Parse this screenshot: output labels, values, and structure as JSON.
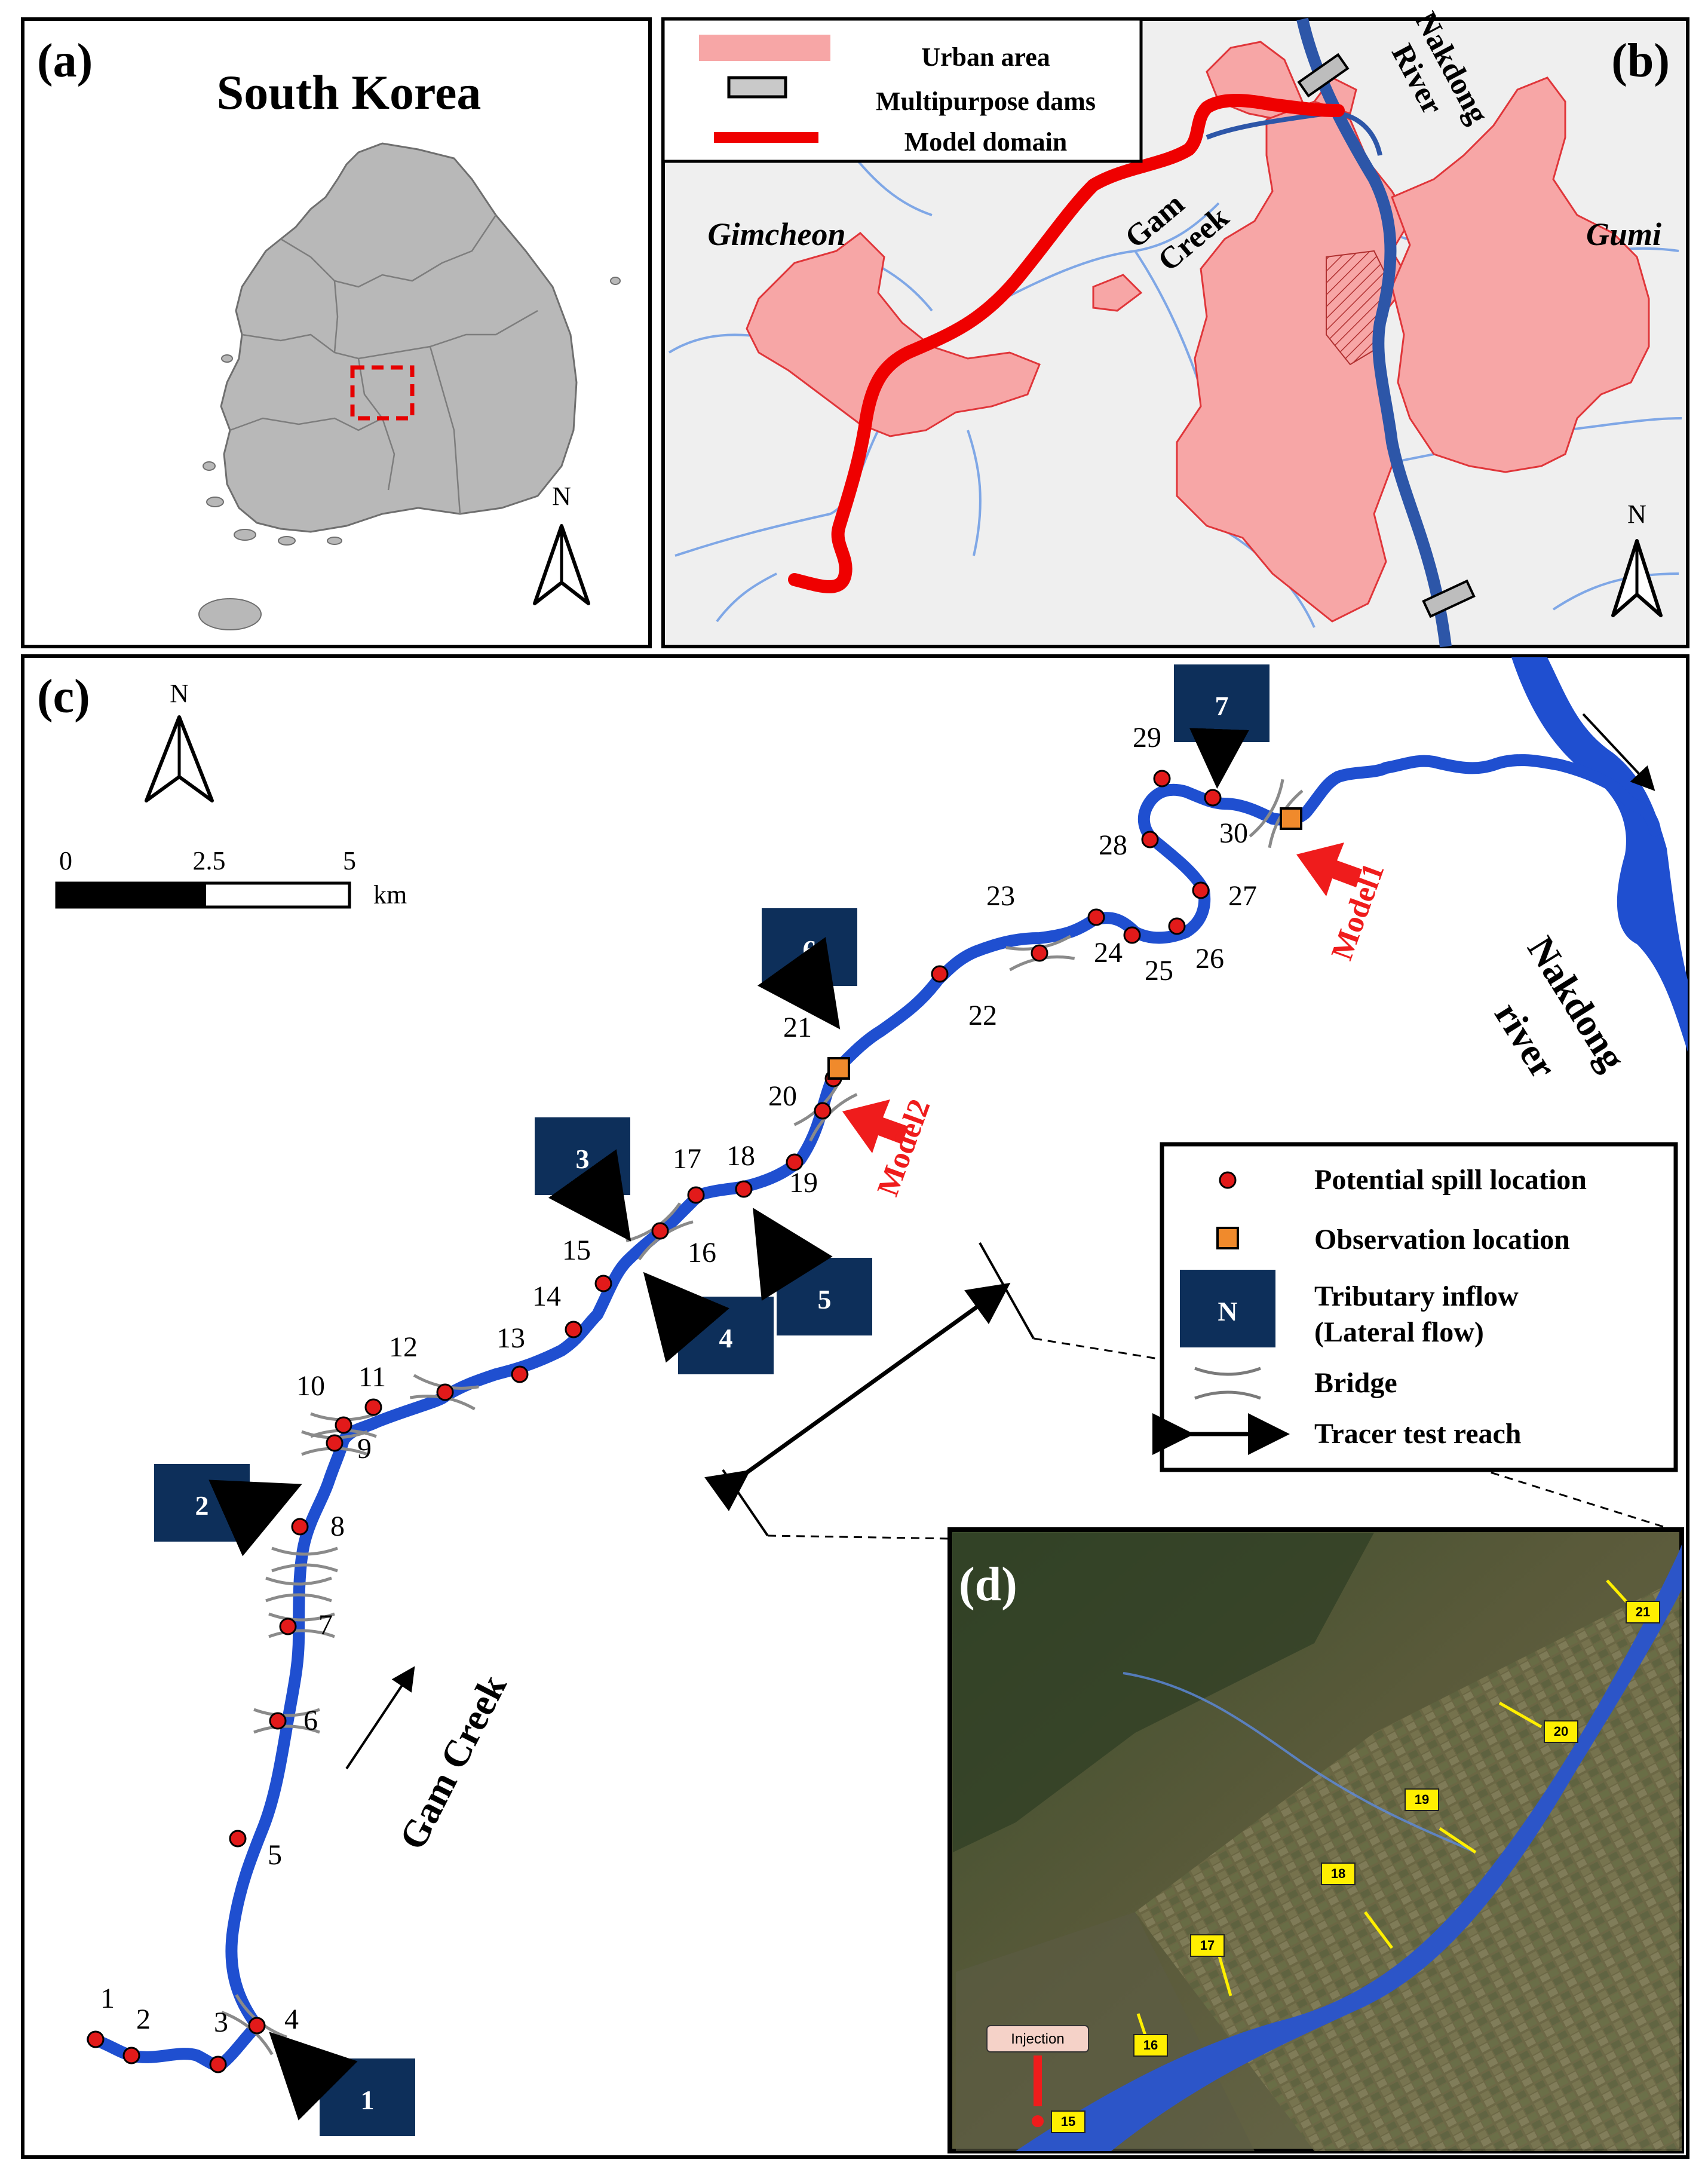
{
  "panel_a": {
    "label": "(a)",
    "title": "South Korea",
    "north": "N"
  },
  "panel_b": {
    "label": "(b)",
    "legend": [
      "Urban area",
      "Multipurpose dams",
      "Model domain"
    ],
    "place_labels": {
      "gimcheon": "Gimcheon",
      "gumi": "Gumi",
      "gam": "Gam",
      "creek": "Creek",
      "nakdong": "Nakdong",
      "river": "River"
    },
    "north": "N",
    "colors": {
      "urban": "#f7a6a6",
      "urban_edge": "#e0363a",
      "model_domain": "#ef0000",
      "river": "#2d56a8",
      "stream": "#7fa7e6"
    }
  },
  "panel_c": {
    "label": "(c)",
    "north": "N",
    "scale": {
      "ticks": [
        "0",
        "2.5",
        "5"
      ],
      "unit": "km"
    },
    "creek_label": "Gam Creek",
    "river_label_1": "Nakdong",
    "river_label_2": "river",
    "model_labels": [
      "Model1",
      "Model2"
    ],
    "spill_numbers": [
      "1",
      "2",
      "3",
      "4",
      "5",
      "6",
      "7",
      "8",
      "9",
      "10",
      "11",
      "12",
      "13",
      "14",
      "15",
      "16",
      "17",
      "18",
      "19",
      "20",
      "21",
      "22",
      "23",
      "24",
      "25",
      "26",
      "27",
      "28",
      "29",
      "30"
    ],
    "tributaries": [
      "1",
      "2",
      "3",
      "4",
      "5",
      "6",
      "7"
    ],
    "legend": {
      "spill": "Potential spill location",
      "observation": "Observation location",
      "tributary_symbol": "N",
      "tributary_1": "Tributary inflow",
      "tributary_2": "(Lateral flow)",
      "bridge": "Bridge",
      "tracer": "Tracer test reach"
    },
    "colors": {
      "creek": "#1f4fd0",
      "spill": "#e21a1a",
      "observation": "#f08a2c",
      "tributary_box": "#0d2f5a",
      "model_arrow": "#ef1c1c"
    }
  },
  "panel_d": {
    "label": "(d)",
    "injection": "Injection",
    "sections": [
      "15",
      "16",
      "17",
      "18",
      "19",
      "20",
      "21"
    ]
  }
}
